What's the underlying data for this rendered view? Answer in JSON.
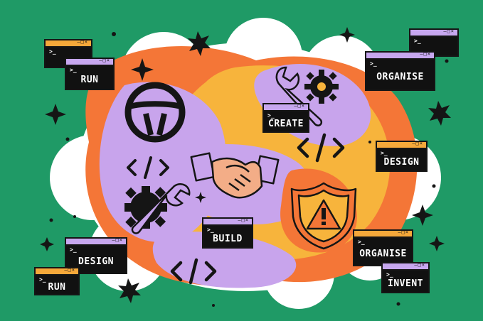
{
  "colors": {
    "background": "#1f9a66",
    "cloud": "#ffffff",
    "orange": "#f47637",
    "yellow": "#f7b43c",
    "purple": "#c8a4ec",
    "skin": "#f3ad87",
    "ink": "#151515"
  },
  "icons": [
    "steering-wheel-icon",
    "wrench-icon",
    "gear-icon",
    "code-brackets-icon",
    "handshake-icon",
    "warning-shield-icon",
    "sparkle-icon"
  ],
  "window_controls": "–□×",
  "prompt": ">_",
  "windows": [
    {
      "id": "w1",
      "label": ""
    },
    {
      "id": "w2",
      "label": "RUN"
    },
    {
      "id": "w3",
      "label": ""
    },
    {
      "id": "w4",
      "label": "ORGANISE"
    },
    {
      "id": "w5",
      "label": "CREATE"
    },
    {
      "id": "w6",
      "label": "DESIGN"
    },
    {
      "id": "w7",
      "label": "BUILD"
    },
    {
      "id": "w8",
      "label": "DESIGN"
    },
    {
      "id": "w9",
      "label": "RUN"
    },
    {
      "id": "w10",
      "label": "ORGANISE"
    },
    {
      "id": "w11",
      "label": "INVENT"
    }
  ]
}
